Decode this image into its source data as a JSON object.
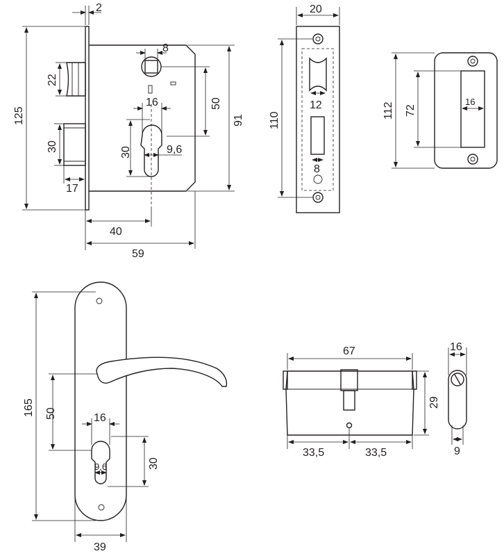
{
  "mortise_lock": {
    "faceplate_thickness": "2",
    "latch_height": "22",
    "bolt_height": "30",
    "bolt_projection": "17",
    "overall_height": "125",
    "hub_size": "8",
    "cylinder_width": "16",
    "cylinder_height": "30",
    "cylinder_neck": "9,6",
    "hub_to_cylinder": "50",
    "case_height": "91",
    "backset": "40",
    "case_depth": "59"
  },
  "faceplate": {
    "width": "20",
    "screw_spacing": "110",
    "latch_window": "12",
    "bolt_window": "8"
  },
  "strike_plate": {
    "height": "112",
    "window_height": "72",
    "window_width": "16"
  },
  "handle": {
    "plate_height": "165",
    "handle_to_cylinder": "50",
    "cylinder_width": "16",
    "cylinder_neck": "9,6",
    "cylinder_height": "30",
    "plate_width": "39"
  },
  "cylinder": {
    "length": "67",
    "height": "29",
    "half_left": "33,5",
    "half_right": "33,5",
    "profile_width": "16",
    "profile_neck": "9"
  }
}
